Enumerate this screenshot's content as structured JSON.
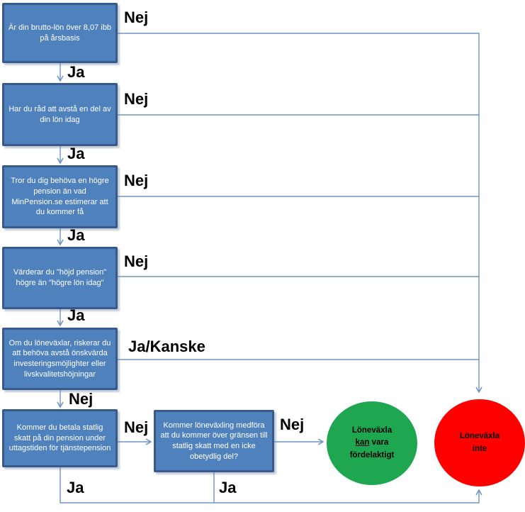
{
  "colors": {
    "box_fill": "#4F81BD",
    "box_border": "#38598C",
    "connector": "#6D93C5",
    "outcome_positive": "#1EA750",
    "outcome_negative": "#FF0000"
  },
  "flow": {
    "questions": [
      {
        "text": "Är din brutto-lön över 8,07 ibb på årsbasis"
      },
      {
        "text": "Har du råd att avstå en del av din lön idag"
      },
      {
        "text": "Tror du dig behöva en högre pension än vad MinPension.se estimerar att du kommer få"
      },
      {
        "text": "Värderar du \"höjd pension\" högre än \"högre lön idag\""
      },
      {
        "text": "Om du löneväxlar, riskerar du att behöva avstå önskvärda investeringsmöjlighter eller livskvalitetshöjningar"
      },
      {
        "text": "Kommer du betala statlig skatt på din pension under uttagstiden för tjänstepension"
      },
      {
        "text": "Kommer löneväxling medföra att du kommer över gränsen till statlig skatt med en icke obetydlig del?"
      }
    ],
    "edge_labels": {
      "q1_no": "Nej",
      "q1_yes": "Ja",
      "q2_no": "Nej",
      "q2_yes": "Ja",
      "q3_no": "Nej",
      "q3_yes": "Ja",
      "q4_no": "Nej",
      "q4_yes": "Ja",
      "q5_side": "Ja/Kanske",
      "q5_down": "Nej",
      "q6_no": "Nej",
      "q6_yes": "Ja",
      "q7_no": "Nej",
      "q7_yes": "Ja"
    },
    "outcomes": {
      "positive": {
        "line1": "Löneväxla",
        "emphasis": "kan",
        "line2_rest": " vara",
        "line3": "fördelaktigt"
      },
      "negative": {
        "line1": "Löneväxla",
        "line2": "inte"
      }
    }
  }
}
